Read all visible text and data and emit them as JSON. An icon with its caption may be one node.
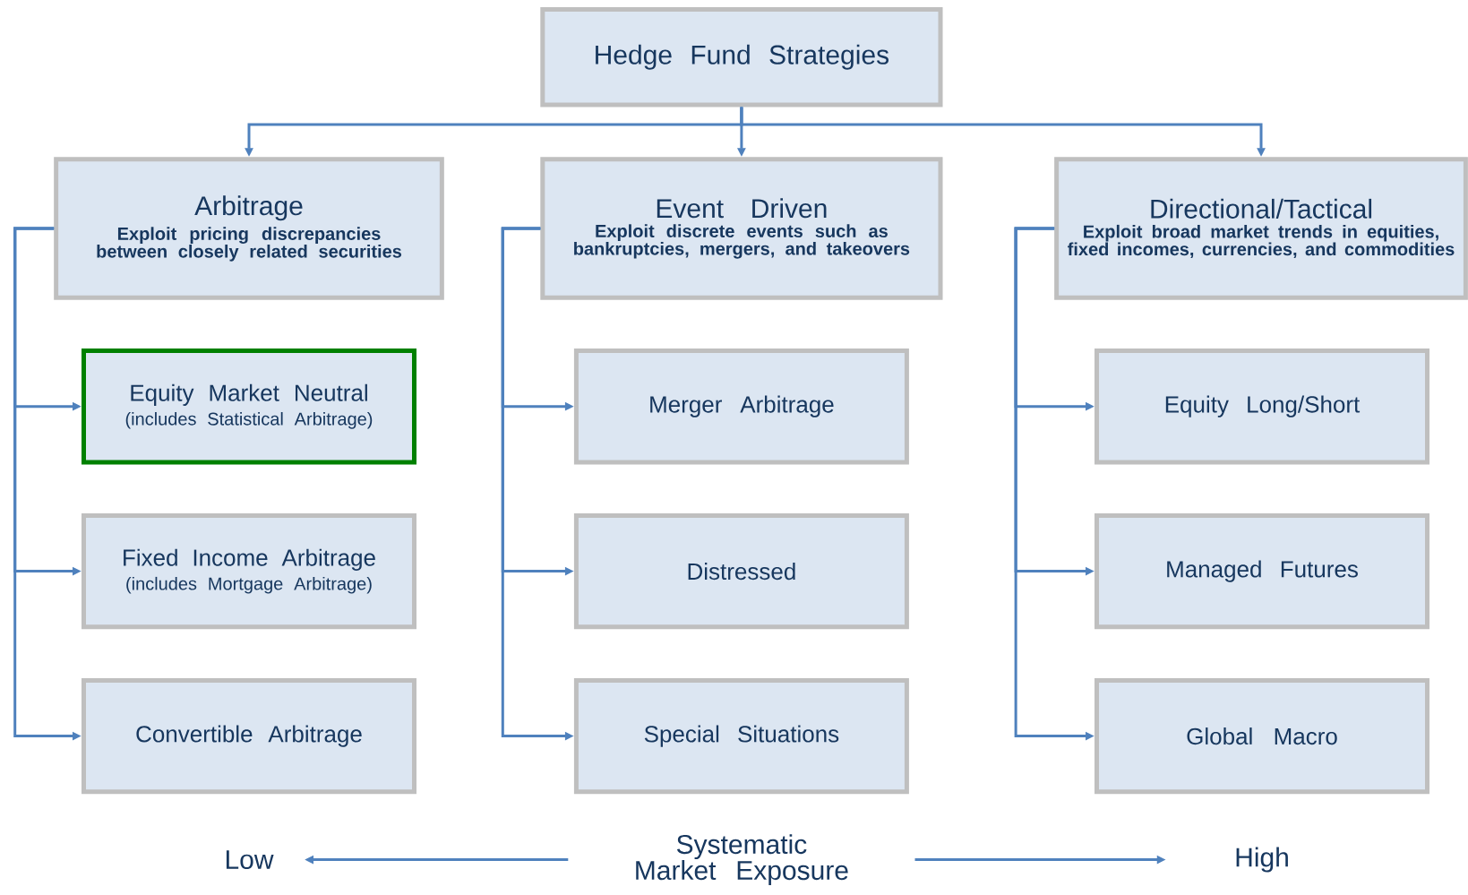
{
  "diagram": {
    "nodes": [
      {
        "text": [
          "Hedge Fund Strategies"
        ]
      },
      {
        "text": [
          "Arbitrage",
          "Exploit pricing discrepancies between closely related securities"
        ]
      },
      {
        "text": [
          "Event Driven",
          "Exploit discrete events such as bankruptcies, mergers, and takeovers"
        ]
      },
      {
        "text": [
          "Directional/Tactical",
          "Exploit broad market trends in equities, fixed incomes, currencies, and commodities"
        ]
      },
      {
        "text": [
          "Equity Market Neutral",
          "(includes Statistical Arbitrage)"
        ]
      },
      {
        "text": [
          "Fixed Income Arbitrage",
          "(includes Mortgage Arbitrage)"
        ]
      },
      {
        "text": [
          "Convertible Arbitrage"
        ]
      },
      {
        "text": [
          "Merger Arbitrage"
        ]
      },
      {
        "text": [
          "Distressed"
        ]
      },
      {
        "text": [
          "Special Situations"
        ]
      },
      {
        "text": [
          "Equity Long/Short"
        ]
      },
      {
        "text": [
          "Managed Futures"
        ]
      },
      {
        "text": [
          "Global Macro"
        ]
      },
      {
        "text": [
          "Systematic Market Exposure"
        ]
      },
      {
        "text": [
          "Low"
        ]
      },
      {
        "text": [
          "High"
        ]
      }
    ],
    "edges": [
      {
        "from": 0,
        "to": 1,
        "arrow": "to"
      },
      {
        "from": 0,
        "to": 2,
        "arrow": "to"
      },
      {
        "from": 0,
        "to": 3,
        "arrow": "to"
      },
      {
        "from": 1,
        "to": 4,
        "arrow": "to"
      },
      {
        "from": 1,
        "to": 5,
        "arrow": "to"
      },
      {
        "from": 1,
        "to": 6,
        "arrow": "to"
      },
      {
        "from": 2,
        "to": 7,
        "arrow": "to"
      },
      {
        "from": 2,
        "to": 8,
        "arrow": "to"
      },
      {
        "from": 2,
        "to": 9,
        "arrow": "to"
      },
      {
        "from": 3,
        "to": 10,
        "arrow": "to"
      },
      {
        "from": 3,
        "to": 11,
        "arrow": "to"
      },
      {
        "from": 3,
        "to": 12,
        "arrow": "to"
      },
      {
        "from": 13,
        "to": 14,
        "arrow": "to"
      },
      {
        "from": 13,
        "to": 15,
        "arrow": "to"
      }
    ]
  }
}
